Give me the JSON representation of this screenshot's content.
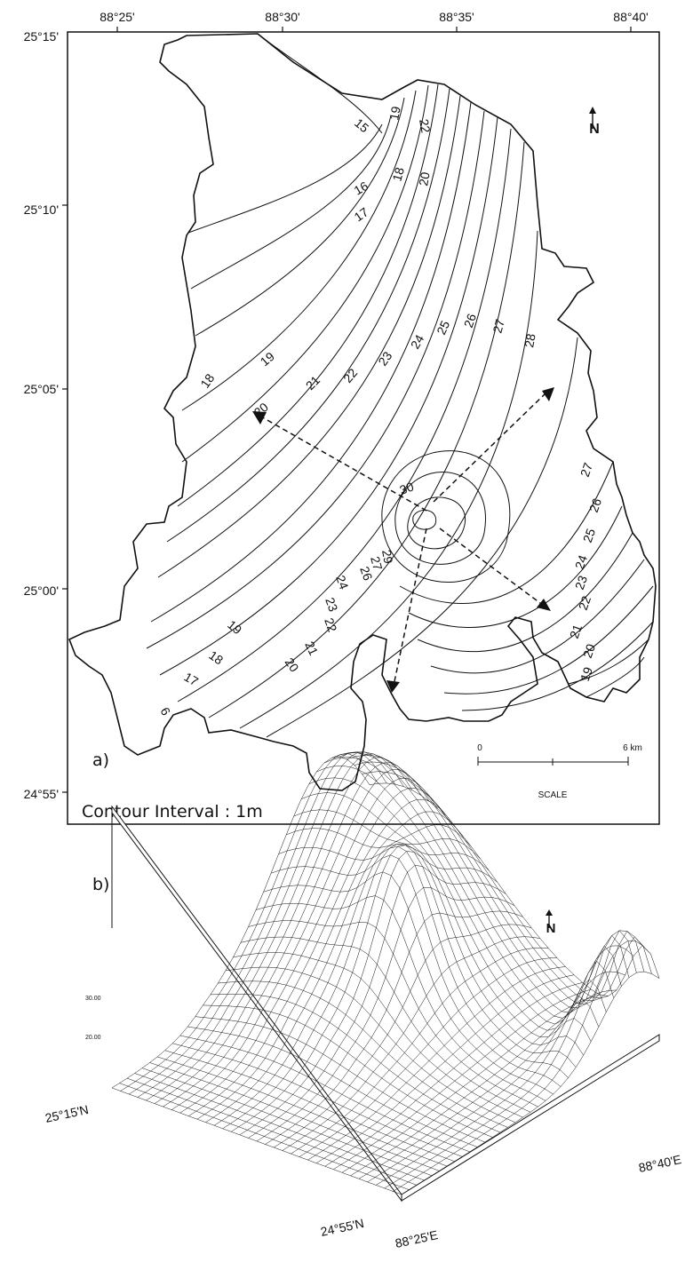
{
  "map": {
    "top_ticks": [
      "88°25'",
      "88°30'",
      "88°35'",
      "88°40'"
    ],
    "left_ticks": [
      "25°15'",
      "25°10'",
      "25°05'",
      "25°00'",
      "24°55'"
    ],
    "panel_label": "a)",
    "contour_interval": "Contour Interval : 1m",
    "north": "N",
    "scale": {
      "start": "0",
      "end": "6 km",
      "title": "SCALE"
    },
    "contour_labels": [
      "15",
      "16",
      "17",
      "18",
      "19",
      "20",
      "21",
      "22",
      "23",
      "24",
      "25",
      "26",
      "27",
      "28",
      "30",
      "19",
      "20",
      "22",
      "18",
      "29",
      "27",
      "26",
      "24",
      "23",
      "22",
      "21",
      "20",
      "19",
      "18",
      "17",
      "6",
      "27",
      "26",
      "25",
      "24",
      "23",
      "22",
      "21",
      "20",
      "19"
    ]
  },
  "surface": {
    "panel_label": "b)",
    "north": "N",
    "zaxis": [
      "30.00",
      "20.00"
    ],
    "corners": {
      "nw": "25°15'N",
      "sw": "24°55'N",
      "se": "88°25'E",
      "ne": "88°40'E"
    }
  }
}
